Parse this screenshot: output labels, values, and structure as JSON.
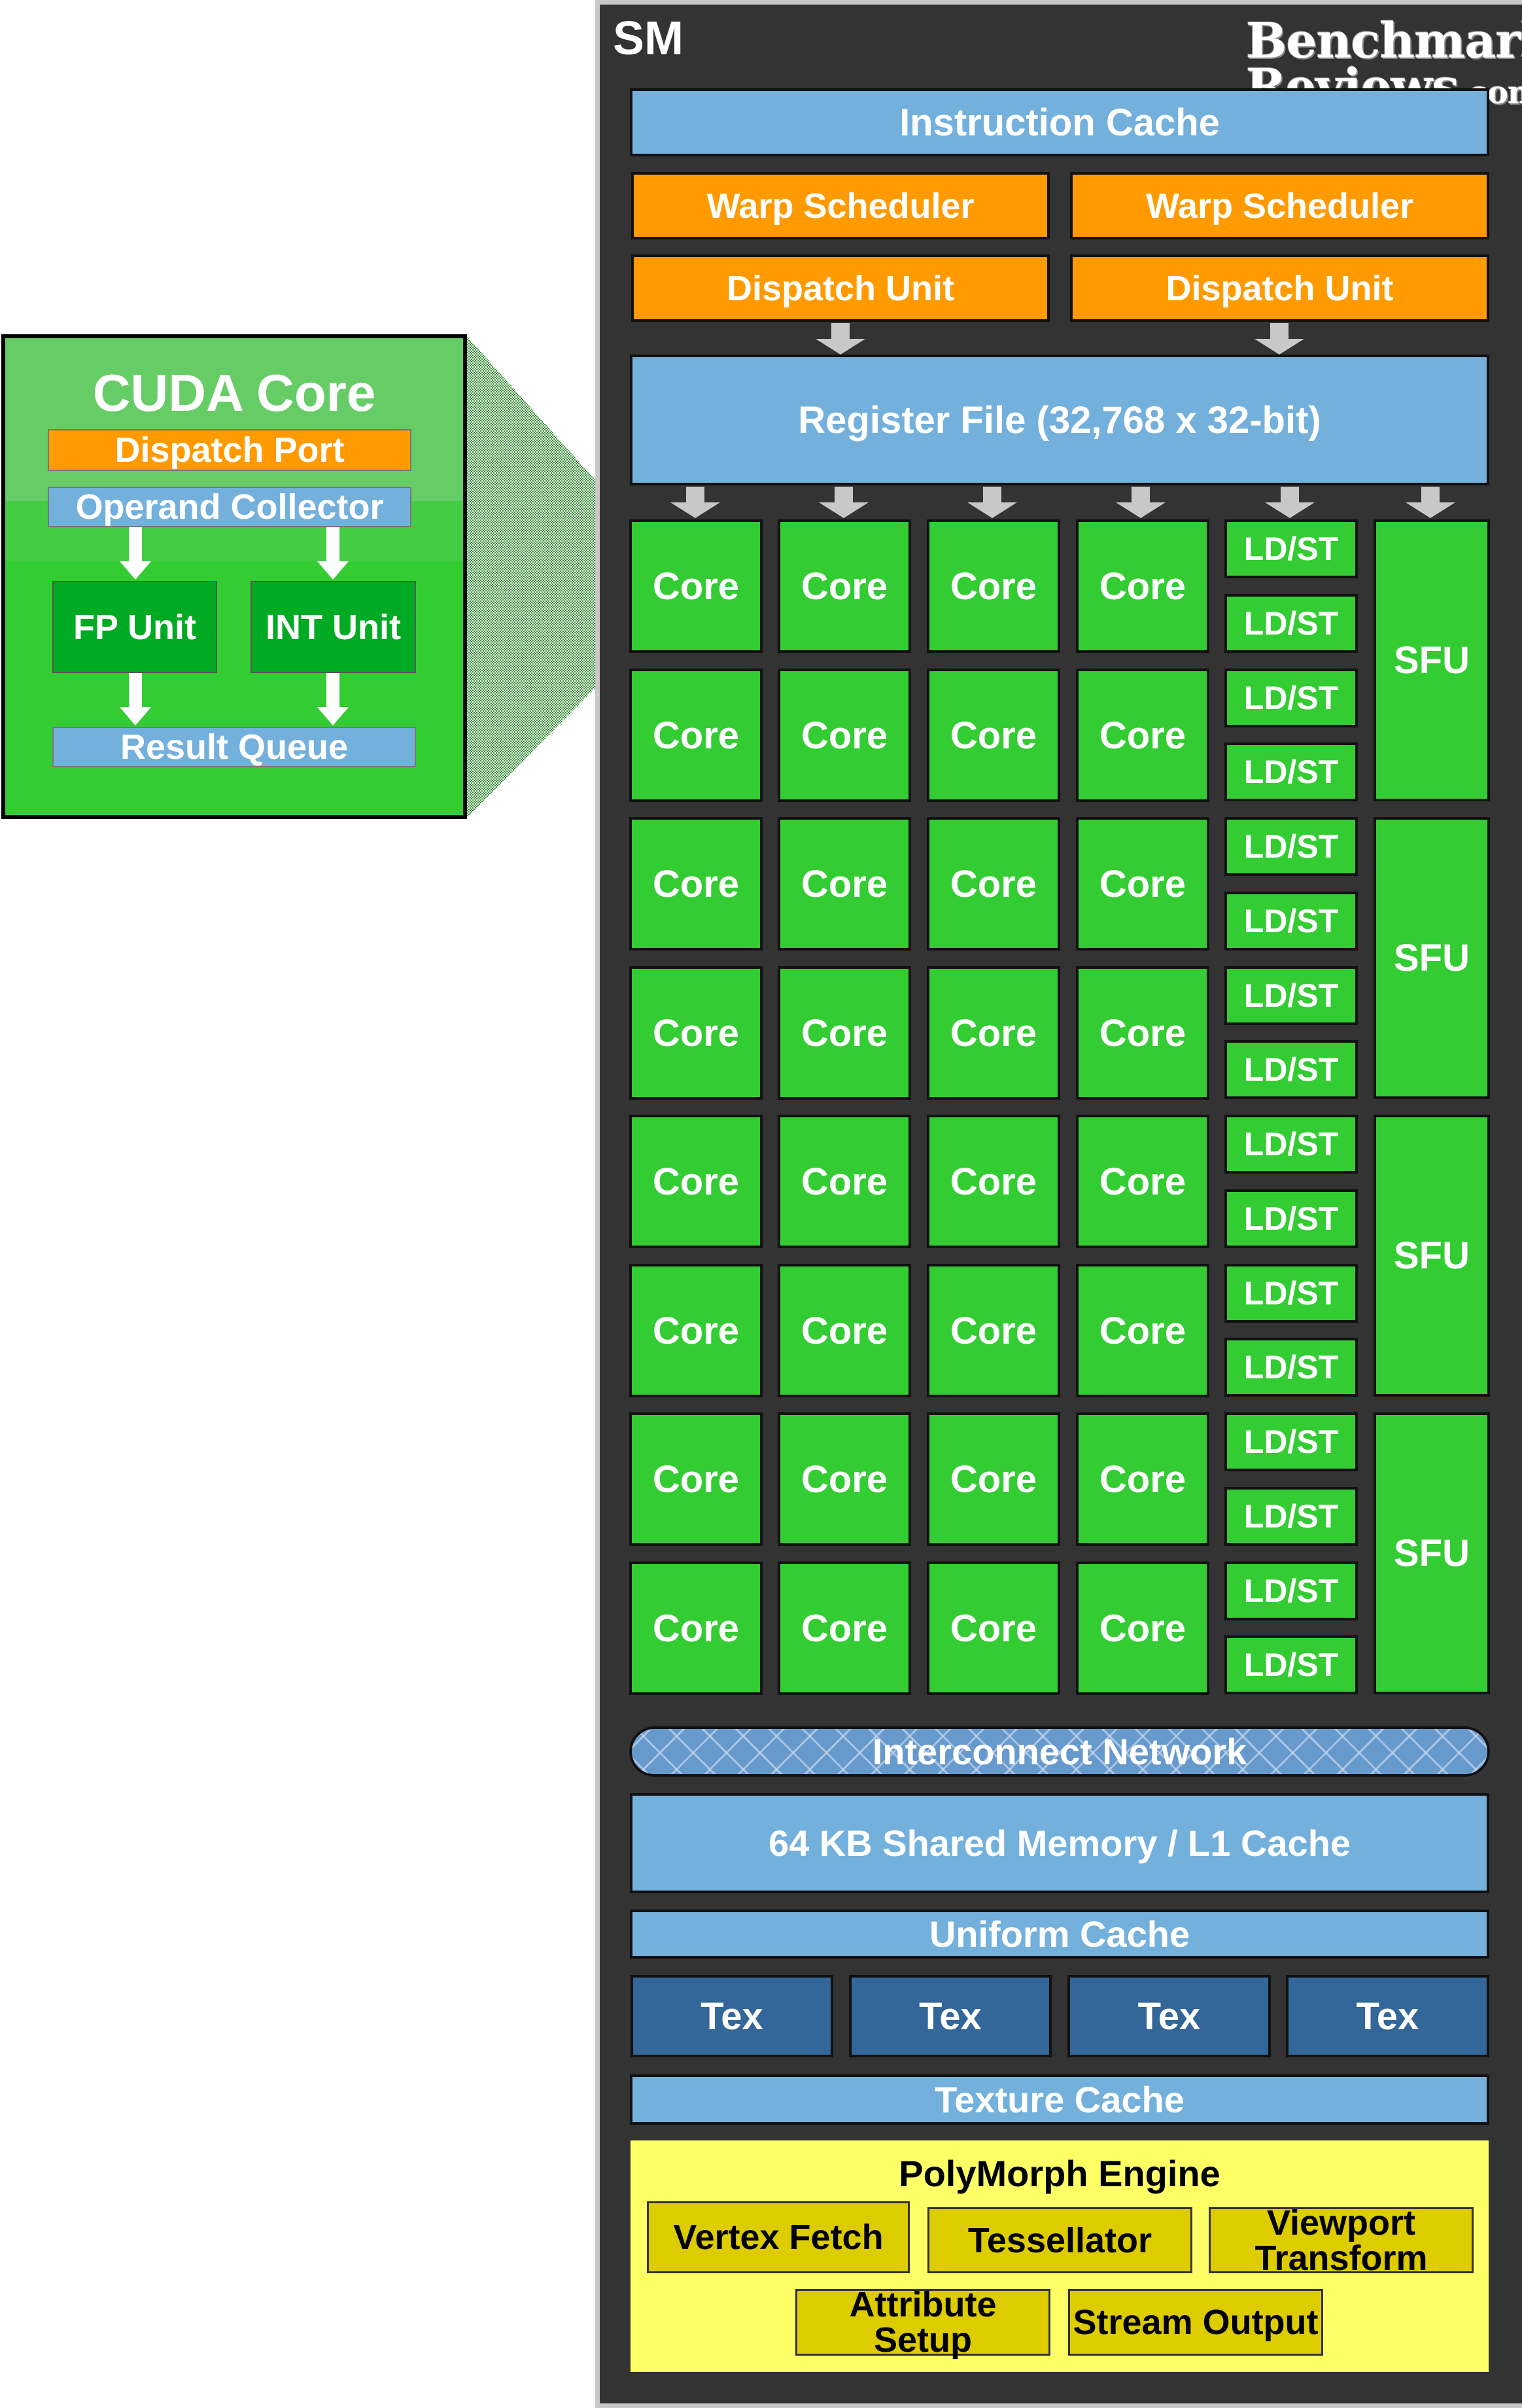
{
  "sm": {
    "title": "SM",
    "watermark": {
      "line1": "Benchmark",
      "line2": "Reviews",
      "suffix": ".com"
    },
    "instruction_cache": "Instruction Cache",
    "warp_schedulers": [
      "Warp Scheduler",
      "Warp Scheduler"
    ],
    "dispatch_units": [
      "Dispatch Unit",
      "Dispatch Unit"
    ],
    "register_file": "Register File (32,768 x 32-bit)",
    "core_label": "Core",
    "core_grid": {
      "rows": 8,
      "cols": 4
    },
    "ldst_label": "LD/ST",
    "ldst_count": 16,
    "sfu_label": "SFU",
    "sfu_count": 4,
    "interconnect": "Interconnect Network",
    "shared_memory": "64 KB Shared Memory / L1 Cache",
    "uniform_cache": "Uniform Cache",
    "tex_units": [
      "Tex",
      "Tex",
      "Tex",
      "Tex"
    ],
    "texture_cache": "Texture Cache",
    "polymorph": {
      "title": "PolyMorph Engine",
      "units_row1": [
        "Vertex Fetch",
        "Tessellator",
        "Viewport Transform"
      ],
      "units_row2": [
        "Attribute Setup",
        "Stream Output"
      ]
    }
  },
  "cuda_core": {
    "title": "CUDA Core",
    "dispatch_port": "Dispatch Port",
    "operand_collector": "Operand Collector",
    "fp_unit": "FP Unit",
    "int_unit": "INT Unit",
    "result_queue": "Result Queue"
  },
  "colors": {
    "panel": "#333333",
    "cache_blue": "#73b0dc",
    "scheduler_orange": "#ff9a00",
    "core_green": "#33cc33",
    "tex_blue": "#336699",
    "polymorph_yellow": "#ffff66",
    "polymorph_unit": "#ddcc00"
  }
}
